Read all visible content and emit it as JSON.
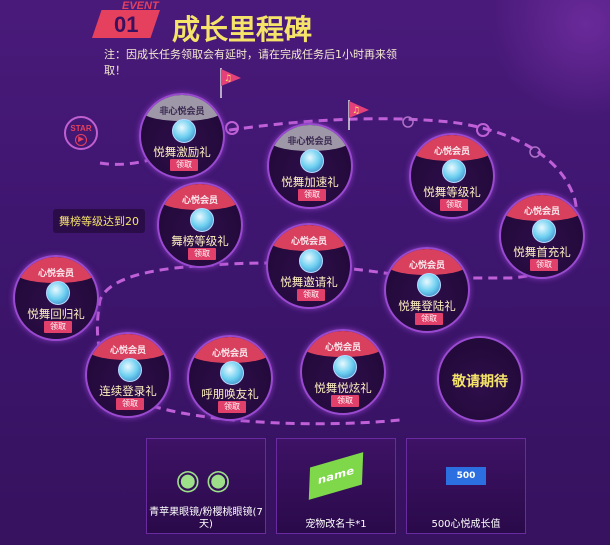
{
  "header": {
    "event": "EVENT",
    "number": "01",
    "title": "成长里程碑",
    "note": "注：因成长任务领取会有延时，请在完成任务后1小时再来领取！"
  },
  "start_label": "STAR",
  "claim": "领取",
  "tip": "舞榜等级达到20",
  "gifts": [
    {
      "tier": "非心悦会员",
      "name": "悦舞激励礼",
      "non": true
    },
    {
      "tier": "非心悦会员",
      "name": "悦舞加速礼",
      "non": true
    },
    {
      "tier": "心悦会员",
      "name": "悦舞等级礼"
    },
    {
      "tier": "心悦会员",
      "name": "舞榜等级礼"
    },
    {
      "tier": "心悦会员",
      "name": "悦舞首充礼"
    },
    {
      "tier": "心悦会员",
      "name": "悦舞邀请礼"
    },
    {
      "tier": "心悦会员",
      "name": "悦舞登陆礼"
    },
    {
      "tier": "心悦会员",
      "name": "悦舞回归礼"
    },
    {
      "tier": "心悦会员",
      "name": "连续登录礼"
    },
    {
      "tier": "心悦会员",
      "name": "呼朋唤友礼"
    },
    {
      "tier": "心悦会员",
      "name": "悦舞悦炫礼"
    }
  ],
  "coming_soon": "敬请期待",
  "rewards": [
    {
      "label": "青苹果眼镜/粉樱桃眼镜(7天)"
    },
    {
      "label": "宠物改名卡*1",
      "card_text": "name"
    },
    {
      "label": "500心悦成长值",
      "badge": "500"
    }
  ]
}
